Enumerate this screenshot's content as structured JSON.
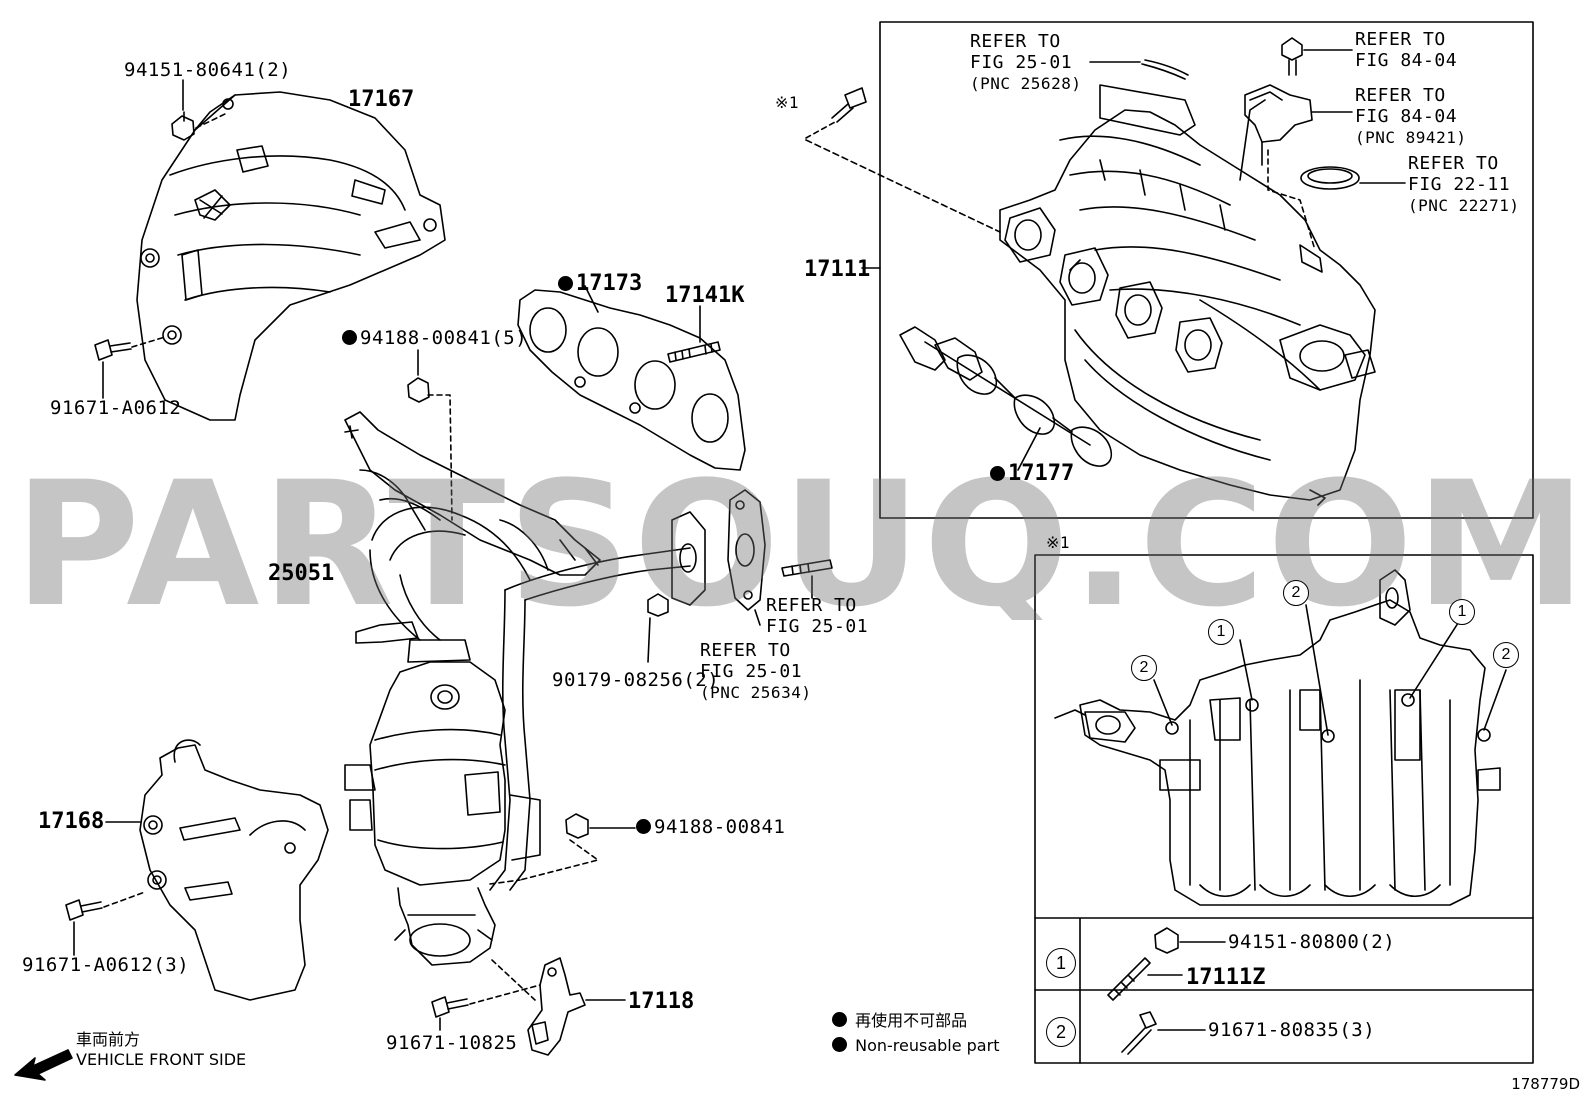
{
  "watermark": "PARTSOUQ.COM",
  "figure_number": "178779D",
  "front_side": {
    "jp": "車両前方",
    "en": "VEHICLE FRONT SIDE"
  },
  "legend": [
    {
      "jp": "再使用不可部品",
      "en": "Non-reusable part"
    }
  ],
  "note_mark": "※1",
  "parts": {
    "p94151_80641": "94151-80641(2)",
    "p17167": "17167",
    "p91671_A0612": "91671-A0612",
    "p17173": "17173",
    "p17141K": "17141K",
    "p94188_00841_5": "94188-00841(5)",
    "p25051": "25051",
    "p90179_08256": "90179-08256(2)",
    "p17168": "17168",
    "p91671_A0612_3": "91671-A0612(3)",
    "p94188_00841": "94188-00841",
    "p91671_10825": "91671-10825",
    "p17118": "17118",
    "p17111": "17111",
    "p17177": "17177",
    "p94151_80800": "94151-80800(2)",
    "p17111Z": "17111Z",
    "p91671_80835": "91671-80835(3)"
  },
  "refs": {
    "r25_01_top": {
      "line1": "REFER TO",
      "line2": "FIG 25-01",
      "pnc": "(PNC 25628)"
    },
    "r84_04_a": {
      "line1": "REFER TO",
      "line2": "FIG 84-04"
    },
    "r84_04_b": {
      "line1": "REFER TO",
      "line2": "FIG 84-04",
      "pnc": "(PNC 89421)"
    },
    "r22_11": {
      "line1": "REFER TO",
      "line2": "FIG 22-11",
      "pnc": "(PNC 22271)"
    },
    "r25_01_mid": {
      "line1": "REFER TO",
      "line2": "FIG 25-01"
    },
    "r25_01_low": {
      "line1": "REFER TO",
      "line2": "FIG 25-01",
      "pnc": "(PNC 25634)"
    }
  },
  "callouts": {
    "one": "1",
    "two": "2"
  }
}
